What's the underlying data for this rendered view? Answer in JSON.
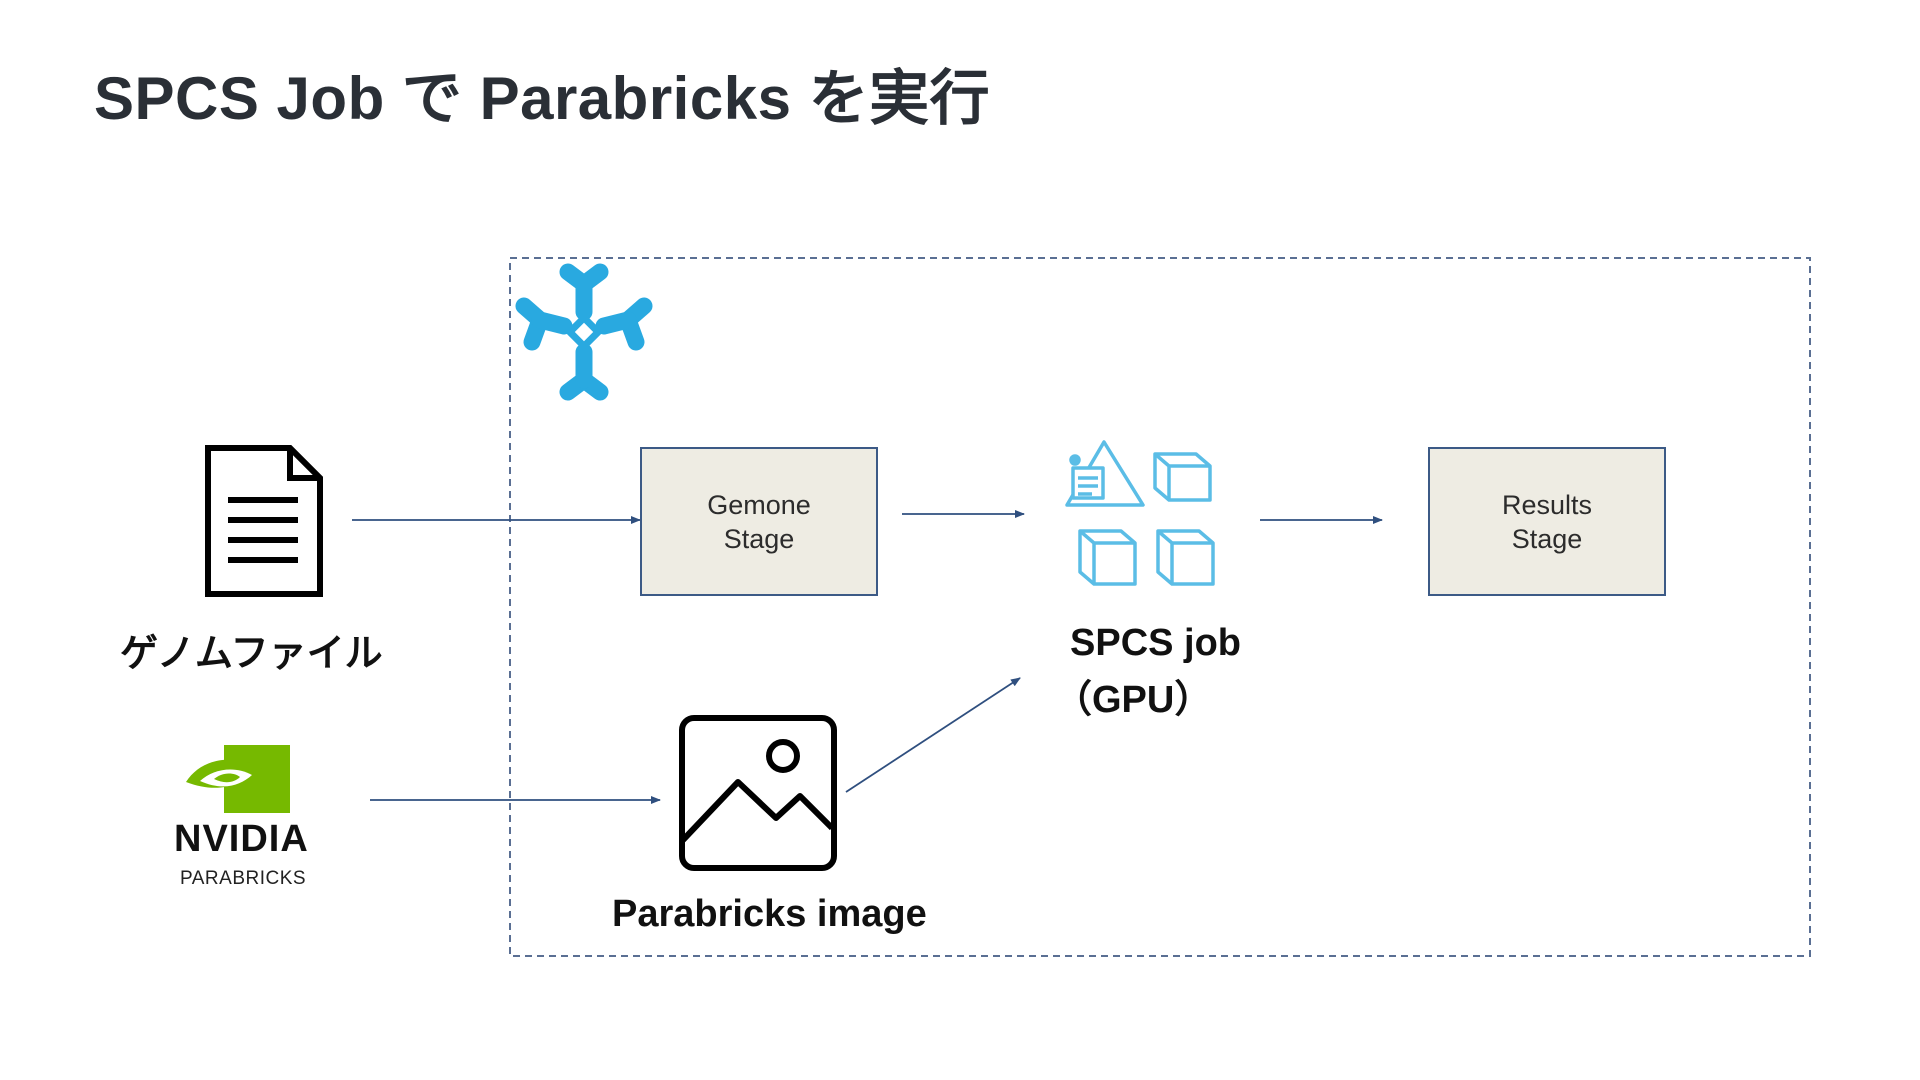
{
  "title": "SPCS Job で Parabricks を実行",
  "nodes": {
    "genome_file": {
      "label": "ゲノムファイル",
      "icon": "document-icon"
    },
    "nvidia": {
      "wordmark": "NVIDIA",
      "sub": "PARABRICKS",
      "icon": "nvidia-eye-logo"
    },
    "genome_stage": {
      "line1": "Gemone",
      "line2": "Stage"
    },
    "spcs_job": {
      "line1": "SPCS job",
      "line2": "（GPU）",
      "icon": "containers-icon"
    },
    "results_stage": {
      "line1": "Results",
      "line2": "Stage"
    },
    "parabricks_image": {
      "label": "Parabricks image",
      "icon": "image-icon"
    }
  },
  "boundary": {
    "logo": "snowflake-logo"
  },
  "colors": {
    "title": "#2a2f36",
    "stage_fill": "#eeece3",
    "stage_border": "#3c5a86",
    "arrow": "#2f4f7f",
    "snowflake": "#29a9e0",
    "nvidia_green": "#76b900",
    "container_icon": "#5bbde6"
  }
}
